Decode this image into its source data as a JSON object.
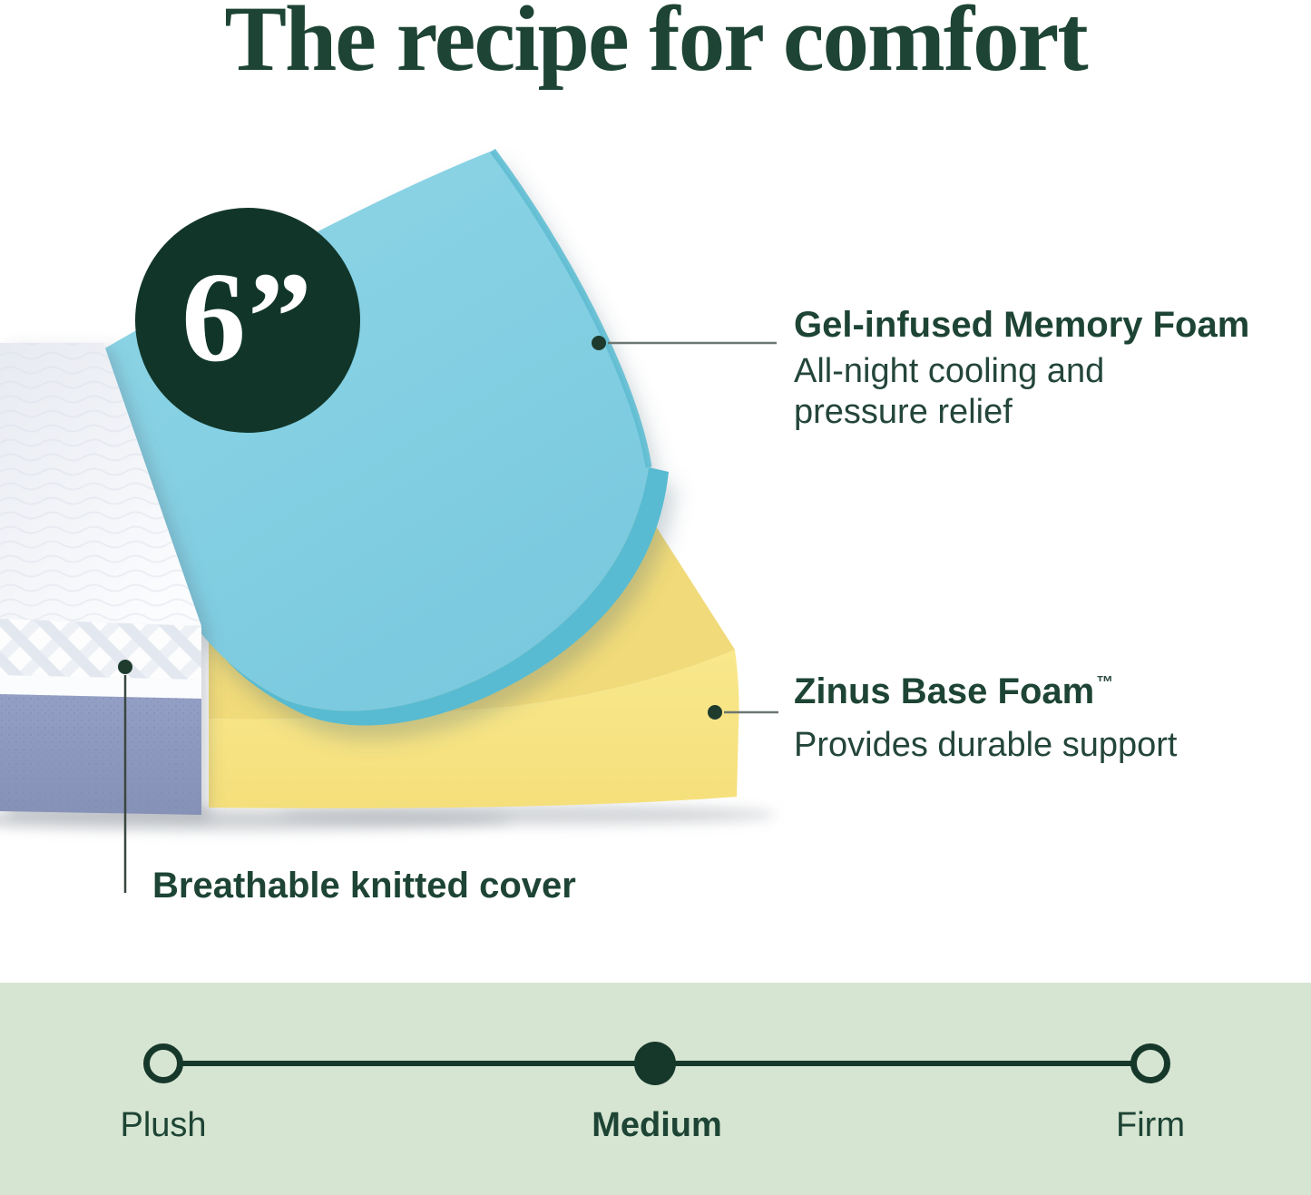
{
  "title": "The recipe for comfort",
  "badge": {
    "thickness_label": "6”"
  },
  "callouts": {
    "gel": {
      "title": "Gel-infused Memory Foam",
      "description_lines": [
        "All-night cooling and",
        "pressure relief"
      ]
    },
    "base": {
      "title": "Zinus Base Foam",
      "trademark": "™",
      "description": "Provides durable support"
    },
    "cover": {
      "title": "Breathable knitted cover"
    }
  },
  "firmness_scale": {
    "selected": "Medium",
    "options": [
      {
        "label": "Plush",
        "selected": false
      },
      {
        "label": "Medium",
        "selected": true
      },
      {
        "label": "Firm",
        "selected": false
      }
    ]
  },
  "colors": {
    "title_green": "#1d4434",
    "accent_dark_green": "#16382a",
    "badge_green": "#113629",
    "memory_foam_blue": "#82cde1",
    "base_foam_yellow": "#f6e283",
    "cover_bottom_slate": "#8e9ac0",
    "scale_background": "#d6e5d2"
  }
}
